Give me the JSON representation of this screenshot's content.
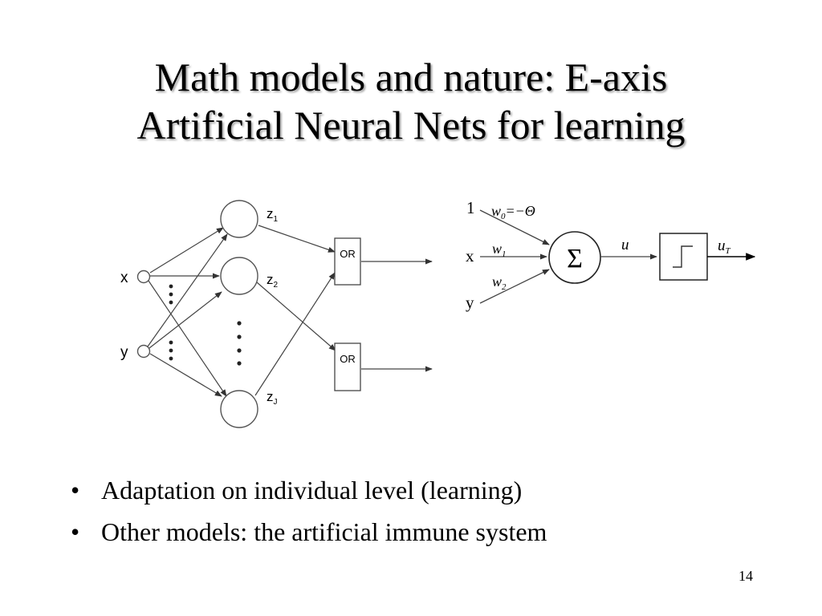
{
  "slide": {
    "title_line1": "Math models and nature: E-axis",
    "title_line2": "Artificial Neural Nets for learning",
    "page_number": "14"
  },
  "network": {
    "input_x": "x",
    "input_y": "y",
    "hidden_z1": "z",
    "hidden_z1_sub": "1",
    "hidden_z2": "z",
    "hidden_z2_sub": "2",
    "hidden_zj": "z",
    "hidden_zj_sub": "J",
    "or_top": "OR",
    "or_bottom": "OR"
  },
  "neuron": {
    "input_one": "1",
    "input_x": "x",
    "input_y": "y",
    "w0": "w",
    "w0_sub": "0",
    "w0_value": "=−Θ",
    "w1": "w",
    "w1_sub": "1",
    "w2": "w",
    "w2_sub": "2",
    "sum_symbol": "Σ",
    "u": "u",
    "output_u": "u",
    "output_sub": "T"
  },
  "bullets": [
    "Adaptation on individual level (learning)",
    "Other models: the artificial immune system"
  ]
}
